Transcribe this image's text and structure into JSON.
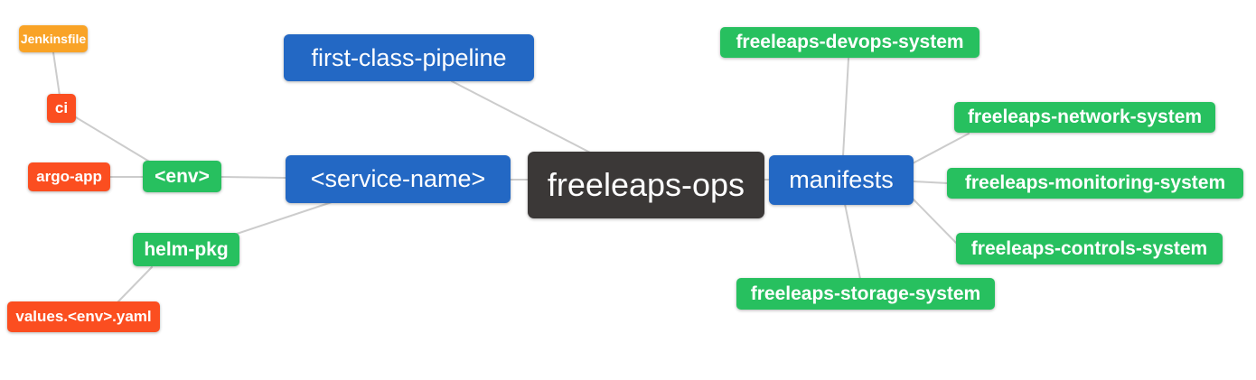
{
  "diagram": {
    "type": "mindmap",
    "root_label": "freeleaps-ops"
  },
  "palette": {
    "root_dark": "#3b3837",
    "branch_blue": "#2368c4",
    "leaf_green": "#27c05f",
    "leaf_red": "#fb4e20",
    "leaf_orange": "#f9a326",
    "edge_gray": "#cccccc",
    "text_white": "#ffffff",
    "background": "#ffffff"
  },
  "nodes": [
    {
      "id": "freeleaps-ops",
      "label": "freeleaps-ops",
      "color": "#3b3837",
      "level": 0
    },
    {
      "id": "first-class-pipeline",
      "label": "first-class-pipeline",
      "color": "#2368c4",
      "level": 1
    },
    {
      "id": "service-name",
      "label": "<service-name>",
      "color": "#2368c4",
      "level": 1
    },
    {
      "id": "manifests",
      "label": "manifests",
      "color": "#2368c4",
      "level": 1
    },
    {
      "id": "env",
      "label": "<env>",
      "color": "#27c05f",
      "level": 2
    },
    {
      "id": "helm-pkg",
      "label": "helm-pkg",
      "color": "#27c05f",
      "level": 2
    },
    {
      "id": "ci",
      "label": "ci",
      "color": "#fb4e20",
      "level": 3
    },
    {
      "id": "argo-app",
      "label": "argo-app",
      "color": "#fb4e20",
      "level": 3
    },
    {
      "id": "jenkinsfile",
      "label": "Jenkinsfile",
      "color": "#f9a326",
      "level": 4
    },
    {
      "id": "values-env-yaml",
      "label": "values.<env>.yaml",
      "color": "#fb4e20",
      "level": 3
    },
    {
      "id": "freeleaps-devops-system",
      "label": "freeleaps-devops-system",
      "color": "#27c05f",
      "level": 2
    },
    {
      "id": "freeleaps-network-system",
      "label": "freeleaps-network-system",
      "color": "#27c05f",
      "level": 2
    },
    {
      "id": "freeleaps-monitoring-system",
      "label": "freeleaps-monitoring-system",
      "color": "#27c05f",
      "level": 2
    },
    {
      "id": "freeleaps-controls-system",
      "label": "freeleaps-controls-system",
      "color": "#27c05f",
      "level": 2
    },
    {
      "id": "freeleaps-storage-system",
      "label": "freeleaps-storage-system",
      "color": "#27c05f",
      "level": 2
    }
  ],
  "edges": [
    {
      "from": "jenkinsfile",
      "to": "ci"
    },
    {
      "from": "ci",
      "to": "env"
    },
    {
      "from": "argo-app",
      "to": "env"
    },
    {
      "from": "env",
      "to": "service-name"
    },
    {
      "from": "helm-pkg",
      "to": "service-name"
    },
    {
      "from": "values-env-yaml",
      "to": "helm-pkg"
    },
    {
      "from": "first-class-pipeline",
      "to": "freeleaps-ops"
    },
    {
      "from": "service-name",
      "to": "freeleaps-ops"
    },
    {
      "from": "freeleaps-ops",
      "to": "manifests"
    },
    {
      "from": "manifests",
      "to": "freeleaps-devops-system"
    },
    {
      "from": "manifests",
      "to": "freeleaps-network-system"
    },
    {
      "from": "manifests",
      "to": "freeleaps-monitoring-system"
    },
    {
      "from": "manifests",
      "to": "freeleaps-controls-system"
    },
    {
      "from": "manifests",
      "to": "freeleaps-storage-system"
    }
  ]
}
